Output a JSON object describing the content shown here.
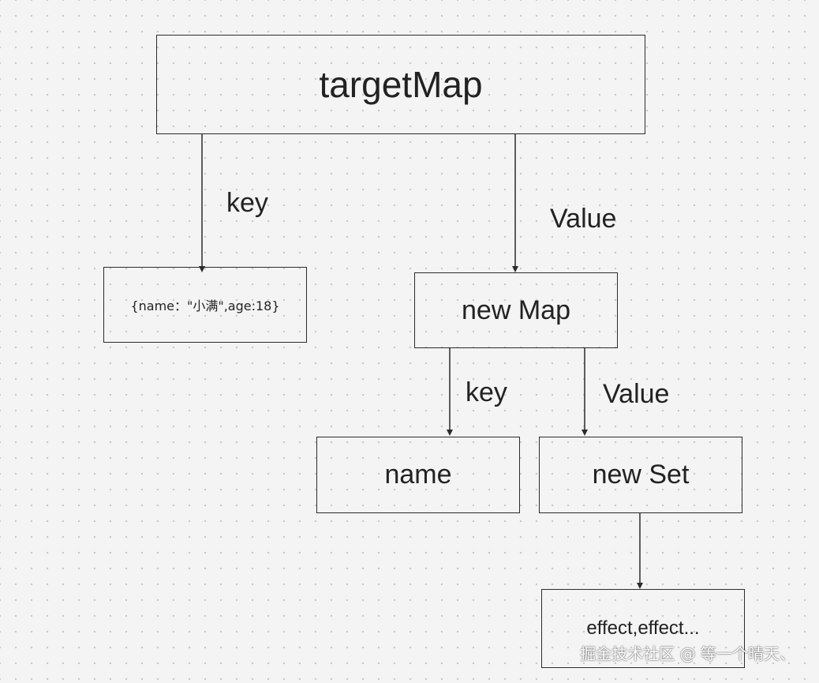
{
  "nodes": {
    "target_map": "targetMap",
    "raw_object": "{name：\"小满\",age:18}",
    "new_map": "new Map",
    "name": "name",
    "new_set": "new Set",
    "effects": "effect,effect..."
  },
  "edges": {
    "target_key": "key",
    "target_value": "Value",
    "map_key": "key",
    "map_value": "Value"
  },
  "watermark": "掘金技术社区 @ 等一个晴天、"
}
